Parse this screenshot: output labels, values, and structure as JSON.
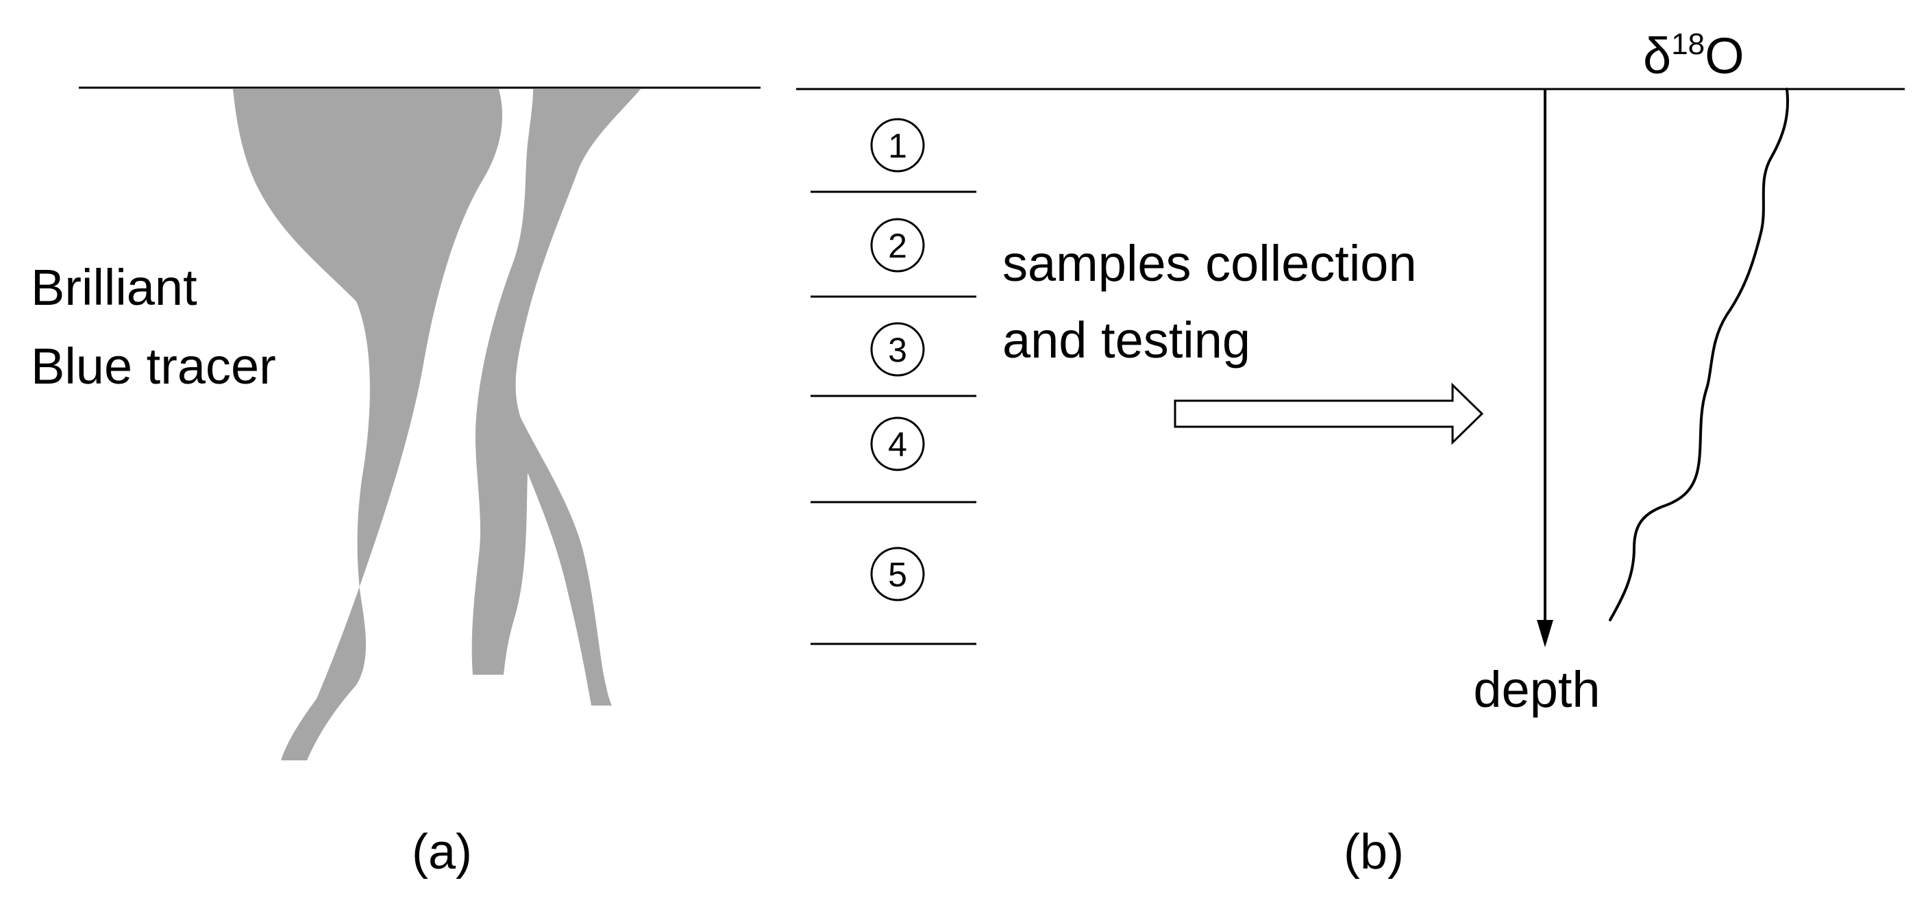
{
  "panel_a": {
    "tracer_label_line1": "Brilliant",
    "tracer_label_line2": "Blue tracer",
    "caption": "(a)",
    "stain_color": "#a6a6a6"
  },
  "panel_b": {
    "layers": [
      "1",
      "2",
      "3",
      "4",
      "5"
    ],
    "process_line1": "samples collection",
    "process_line2": "and testing",
    "axis_symbol": "δ",
    "axis_superscript": "18",
    "axis_element": "O",
    "axis_depth_label": "depth",
    "caption": "(b)"
  }
}
